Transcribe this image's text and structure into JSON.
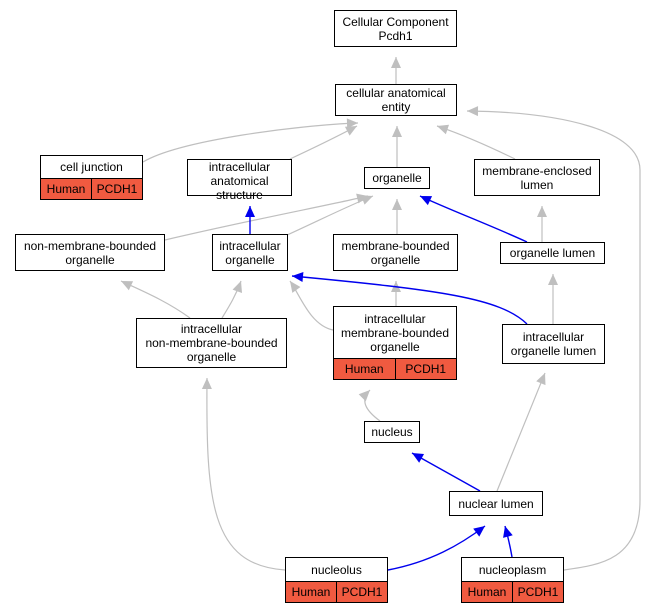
{
  "graph": {
    "colors": {
      "is_a": "#bfbfbf",
      "part_of": "#0000ee",
      "annotation": "#f05a40"
    },
    "nodes": [
      {
        "id": "root",
        "label": "Cellular Component\nPcdh1"
      },
      {
        "id": "cae",
        "label": "cellular anatomical\nentity"
      },
      {
        "id": "cj",
        "label": "cell junction",
        "annotation": [
          "Human",
          "PCDH1"
        ]
      },
      {
        "id": "ias",
        "label": "intracellular\nanatomical structure"
      },
      {
        "id": "org",
        "label": "organelle"
      },
      {
        "id": "mel",
        "label": "membrane-enclosed\nlumen"
      },
      {
        "id": "nmbo",
        "label": "non-membrane-bounded\norganelle"
      },
      {
        "id": "io",
        "label": "intracellular\norganelle"
      },
      {
        "id": "mbo",
        "label": "membrane-bounded\norganelle"
      },
      {
        "id": "ol",
        "label": "organelle lumen"
      },
      {
        "id": "inmbo",
        "label": "intracellular\nnon-membrane-bounded\norganelle"
      },
      {
        "id": "imbo",
        "label": "intracellular\nmembrane-bounded\norganelle",
        "annotation": [
          "Human",
          "PCDH1"
        ]
      },
      {
        "id": "iol",
        "label": "intracellular\norganelle lumen"
      },
      {
        "id": "nuc",
        "label": "nucleus"
      },
      {
        "id": "nl",
        "label": "nuclear lumen"
      },
      {
        "id": "nucleolus",
        "label": "nucleolus",
        "annotation": [
          "Human",
          "PCDH1"
        ]
      },
      {
        "id": "np",
        "label": "nucleoplasm",
        "annotation": [
          "Human",
          "PCDH1"
        ]
      }
    ],
    "edges": [
      {
        "from": "cae",
        "to": "root",
        "type": "is_a"
      },
      {
        "from": "cj",
        "to": "cae",
        "type": "is_a"
      },
      {
        "from": "ias",
        "to": "cae",
        "type": "is_a"
      },
      {
        "from": "org",
        "to": "cae",
        "type": "is_a"
      },
      {
        "from": "mel",
        "to": "cae",
        "type": "is_a"
      },
      {
        "from": "np",
        "to": "cae",
        "type": "is_a"
      },
      {
        "from": "nmbo",
        "to": "org",
        "type": "is_a"
      },
      {
        "from": "io",
        "to": "org",
        "type": "is_a"
      },
      {
        "from": "mbo",
        "to": "org",
        "type": "is_a"
      },
      {
        "from": "ol",
        "to": "org",
        "type": "part_of"
      },
      {
        "from": "ol",
        "to": "mel",
        "type": "is_a"
      },
      {
        "from": "io",
        "to": "ias",
        "type": "part_of"
      },
      {
        "from": "inmbo",
        "to": "nmbo",
        "type": "is_a"
      },
      {
        "from": "inmbo",
        "to": "io",
        "type": "is_a"
      },
      {
        "from": "imbo",
        "to": "io",
        "type": "is_a"
      },
      {
        "from": "imbo",
        "to": "mbo",
        "type": "is_a"
      },
      {
        "from": "iol",
        "to": "io",
        "type": "part_of"
      },
      {
        "from": "iol",
        "to": "ol",
        "type": "is_a"
      },
      {
        "from": "nuc",
        "to": "imbo",
        "type": "is_a"
      },
      {
        "from": "nl",
        "to": "nuc",
        "type": "part_of"
      },
      {
        "from": "nl",
        "to": "iol",
        "type": "is_a"
      },
      {
        "from": "nucleolus",
        "to": "inmbo",
        "type": "is_a"
      },
      {
        "from": "nucleolus",
        "to": "nl",
        "type": "part_of"
      },
      {
        "from": "np",
        "to": "nl",
        "type": "part_of"
      }
    ]
  }
}
